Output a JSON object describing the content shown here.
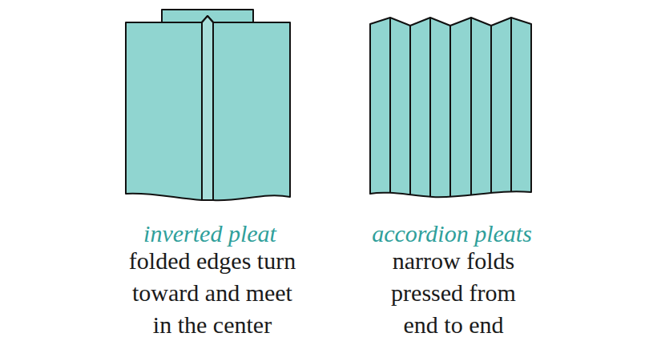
{
  "diagram": {
    "labels": [
      "inverted pleat",
      "folded edges turn toward and meet in the center",
      "accordion pleats",
      "narrow folds pressed from end to end"
    ]
  }
}
